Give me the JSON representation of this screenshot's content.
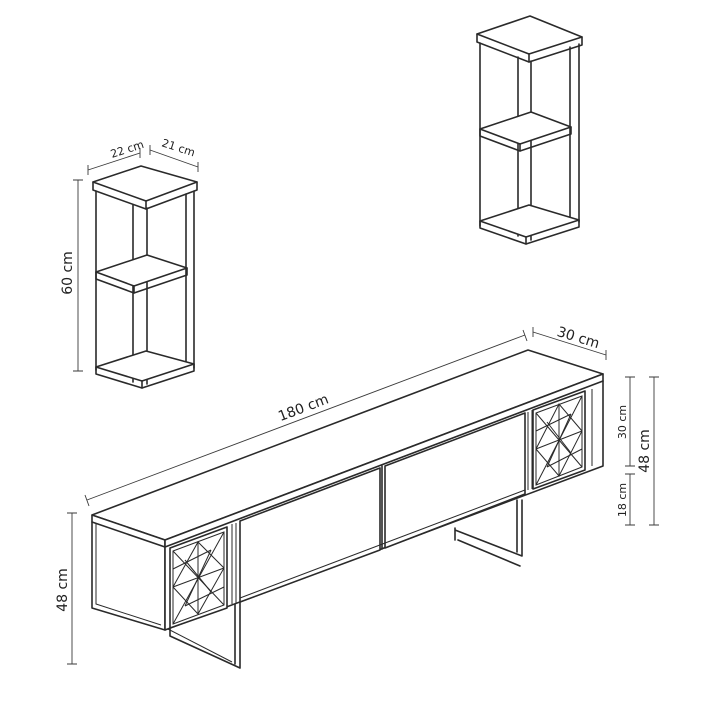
{
  "diagram": {
    "shelf_left": {
      "width_label": "22 cm",
      "depth_label": "21 cm",
      "height_label": "60 cm"
    },
    "tv_unit": {
      "length_label": "180 cm",
      "depth_label": "30 cm",
      "height_label_left": "48 cm",
      "height_label_right": "48 cm",
      "body_height_label": "30 cm",
      "leg_height_label": "18 cm"
    }
  }
}
